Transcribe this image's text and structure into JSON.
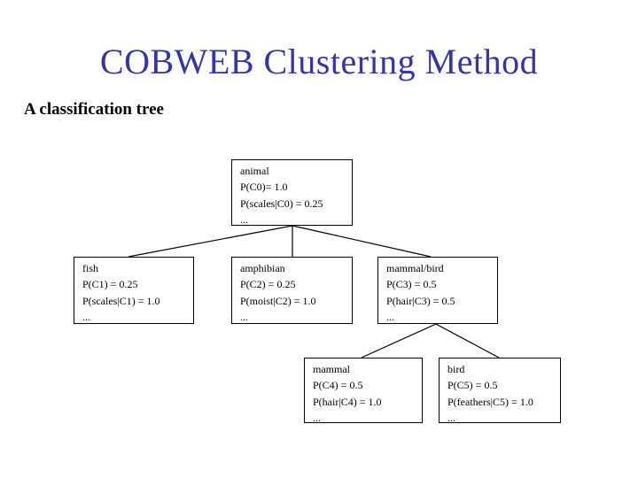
{
  "slide": {
    "title": "COBWEB Clustering Method",
    "subtitle": "A classification tree"
  },
  "colors": {
    "title_blue": "#3535a3",
    "text_black": "#000000",
    "background": "#ffffff",
    "connector_line": "#000000"
  },
  "tree": {
    "nodes": {
      "animal": {
        "name": "animal",
        "prior": "P(C0)= 1.0",
        "conditional": "P(scales|C0) = 0.25",
        "more": "..."
      },
      "fish": {
        "name": "fish",
        "prior": "P(C1) = 0.25",
        "conditional": "P(scales|C1) = 1.0",
        "more": "..."
      },
      "amphibian": {
        "name": "amphibian",
        "prior": "P(C2) = 0.25",
        "conditional": "P(moist|C2) = 1.0",
        "more": "..."
      },
      "mammal_bird": {
        "name": "mammal/bird",
        "prior": "P(C3) = 0.5",
        "conditional": "P(hair|C3) = 0.5",
        "more": "..."
      },
      "mammal": {
        "name": "mammal",
        "prior": "P(C4) = 0.5",
        "conditional": "P(hair|C4) = 1.0",
        "more": "..."
      },
      "bird": {
        "name": "bird",
        "prior": "P(C5) = 0.5",
        "conditional": "P(feathers|C5) = 1.0",
        "more": "..."
      }
    }
  }
}
